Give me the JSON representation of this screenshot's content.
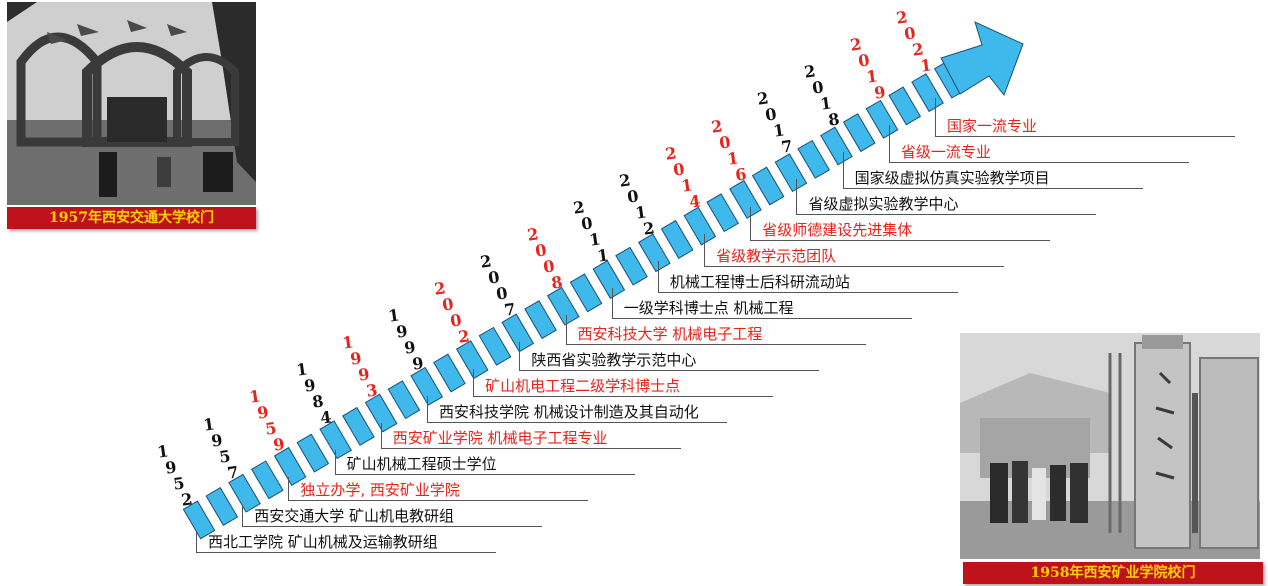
{
  "colors": {
    "accent": "#3fb8ec",
    "arrow_outline": "#1a4f77",
    "black": "#111111",
    "red": "#e8231b",
    "caption_bg": "#c0121b",
    "caption_text": "#ffd200"
  },
  "photos": [
    {
      "caption": "1957年西安交通大学校门"
    },
    {
      "caption": "1958年西安矿业学院校门"
    }
  ],
  "timeline": [
    {
      "year": "1952",
      "event": "西北工学院  矿山机械及运输教研组",
      "highlight": false
    },
    {
      "year": "1957",
      "event": "西安交通大学  矿山机电教研组",
      "highlight": false
    },
    {
      "year": "1959",
      "event": "独立办学, 西安矿业学院",
      "highlight": true
    },
    {
      "year": "1984",
      "event": "矿山机械工程硕士学位",
      "highlight": false
    },
    {
      "year": "1993",
      "event": "西安矿业学院  机械电子工程专业",
      "highlight": true
    },
    {
      "year": "1999",
      "event": "西安科技学院    机械设计制造及其自动化",
      "highlight": false
    },
    {
      "year": "2002",
      "event": "矿山机电工程二级学科博士点",
      "highlight": true
    },
    {
      "year": "2007",
      "event": "陕西省实验教学示范中心",
      "highlight": false
    },
    {
      "year": "2008",
      "event": "西安科技大学  机械电子工程",
      "highlight": true
    },
    {
      "year": "2011",
      "event": "一级学科博士点  机械工程",
      "highlight": false
    },
    {
      "year": "2012",
      "event": "机械工程博士后科研流动站",
      "highlight": false
    },
    {
      "year": "2014",
      "event": "省级教学示范团队",
      "highlight": true
    },
    {
      "year": "2016",
      "event": "省级师德建设先进集体",
      "highlight": true
    },
    {
      "year": "2017",
      "event": "省级虚拟实验教学中心",
      "highlight": false
    },
    {
      "year": "2018",
      "event": "国家级虚拟仿真实验教学项目",
      "highlight": false
    },
    {
      "year": "2019",
      "event": "省级一流专业",
      "highlight": true
    },
    {
      "year": "2021",
      "event": "国家一流专业",
      "highlight": true
    }
  ]
}
